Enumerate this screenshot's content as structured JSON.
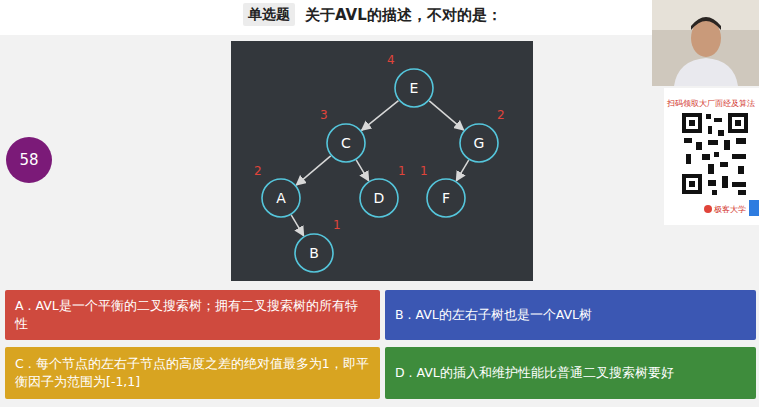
{
  "diagram": {
    "title": "关于AVL的描述，不对的是：",
    "nodes": [
      {
        "text": [
          "单选题"
        ]
      },
      {
        "text": [
          "58"
        ]
      },
      {
        "text": [
          "E"
        ]
      },
      {
        "text": [
          "C"
        ]
      },
      {
        "text": [
          "G"
        ]
      },
      {
        "text": [
          "A"
        ]
      },
      {
        "text": [
          "D"
        ]
      },
      {
        "text": [
          "F"
        ]
      },
      {
        "text": [
          "B"
        ]
      },
      {
        "text": [
          "A . AVL是一个平衡的二叉搜索树；拥有二叉搜索树的所有特性"
        ]
      },
      {
        "text": [
          "B . AVL的左右子树也是一个AVL树"
        ]
      },
      {
        "text": [
          "C . 每个节点的左右子节点的高度之差的绝对值最多为1，即平衡因子为范围为[-1,1]"
        ]
      },
      {
        "text": [
          "D . AVL的插入和维护性能比普通二叉搜索树要好"
        ]
      }
    ],
    "edges": [
      {
        "from": 2,
        "to": 3,
        "arrow": "to"
      },
      {
        "from": 2,
        "to": 4,
        "arrow": "to"
      },
      {
        "from": 3,
        "to": 5,
        "arrow": "to"
      },
      {
        "from": 3,
        "to": 6,
        "arrow": "to"
      },
      {
        "from": 4,
        "to": 7,
        "arrow": "to"
      },
      {
        "from": 5,
        "to": 8,
        "arrow": "to"
      }
    ],
    "labels": [
      "4",
      "3",
      "2",
      "2",
      "1",
      "1",
      "1",
      "扫码领取大厂面经及算法",
      "极客大学"
    ]
  }
}
